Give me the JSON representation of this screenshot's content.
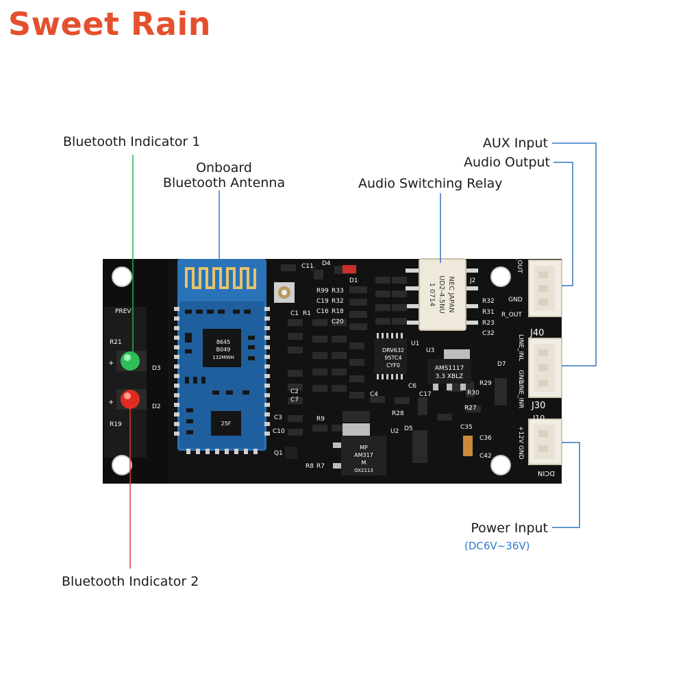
{
  "brand": {
    "text": "Sweet Rain",
    "color": "#e4502e"
  },
  "callouts": {
    "bt_indicator_1": "Bluetooth Indicator 1",
    "antenna_line1": "Onboard",
    "antenna_line2": "Bluetooth Antenna",
    "relay": "Audio Switching Relay",
    "aux_input": "AUX Input",
    "audio_output": "Audio Output",
    "power_input": "Power Input",
    "power_range": "(DC6V~36V)",
    "bt_indicator_2": "Bluetooth Indicator 2"
  },
  "colors": {
    "leader_blue": "#2f74c0",
    "leader_green": "#27b34a",
    "leader_red": "#e23b2e",
    "pcb": "#121212",
    "module_blue": "#2a73b8",
    "connector": "#f1ede4"
  },
  "board_silkscreen": {
    "prev": "PREV",
    "r21": "R21",
    "d3": "D3",
    "d2": "D2",
    "r19": "R19",
    "c11": "C11",
    "d4": "D4",
    "d1": "D1",
    "r99": "R99",
    "r33": "R33",
    "c19": "C19",
    "r32": "R32",
    "c16": "C16",
    "r18": "R18",
    "c1": "C1",
    "r1": "R1",
    "c20": "C20",
    "c2": "C2",
    "c7": "C7",
    "c3": "C3",
    "c10": "C10",
    "q1": "Q1",
    "r9": "R9",
    "r8": "R8",
    "r7": "R7",
    "u1": "U1",
    "u2": "U2",
    "u3": "U3",
    "d7": "D7",
    "d5": "D5",
    "c17": "C17",
    "r27": "R27",
    "r28": "R28",
    "r30": "R30",
    "r29": "R29",
    "c35": "C35",
    "c36": "C36",
    "c42": "C42",
    "c4": "C4",
    "c6": "C6",
    "j2": "J2",
    "r31": "R31",
    "r23": "R23",
    "c32": "C32",
    "l_out": "L_OUT",
    "gnd1": "GND",
    "r_out": "R_OUT",
    "j40": "J40",
    "line_inl": "LINE_INL",
    "gnd2": "GND",
    "line_inr": "LINE_INR",
    "j30": "J30",
    "j10": "J10",
    "plus12v": "+12V",
    "gnd3": "GND",
    "dcin": "DCIN",
    "relay_text1": "NEC JAPAN",
    "relay_text2": "UD2-4.5NU",
    "relay_text3": "1  0714",
    "drv_chip1": "DRV632",
    "drv_chip2": "95TC4",
    "drv_chip3": "CYF0",
    "ams_chip1": "AMS1117",
    "ams_chip2": "3.3 XBLZ",
    "mp_chip1": "MP",
    "mp_chip2": "AM317",
    "mp_chip3": "M",
    "mp_chip4": "OX2113",
    "bt_chip1": "8645",
    "bt_chip2": "B049",
    "bt_chip3": "132MWH",
    "flash_chip": "25F"
  }
}
